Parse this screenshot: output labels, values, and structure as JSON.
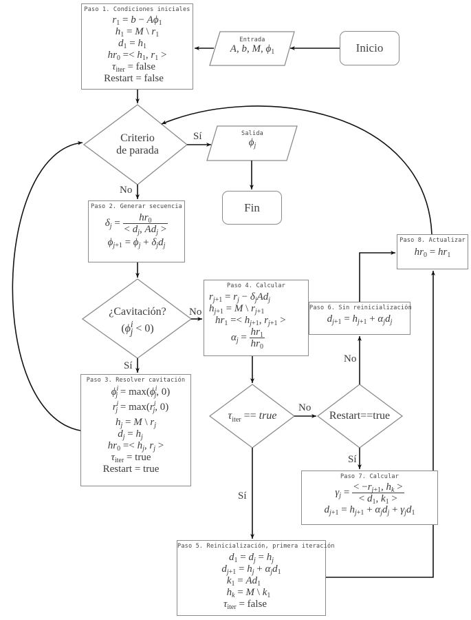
{
  "diagram": {
    "type": "flowchart",
    "language": "es"
  },
  "nodes": {
    "inicio": {
      "label": "Inicio"
    },
    "entrada": {
      "title": "Entrada",
      "content": "A, b, M, ϕ1"
    },
    "paso1": {
      "title": "Paso 1. Condiciones iniciales",
      "lines": [
        "r1 = b − Aϕ1",
        "h1 = M \\ r1",
        "d1 = h1",
        "hr0 =< h1, r1 >",
        "τiter = false",
        "Restart = false"
      ]
    },
    "criterio": {
      "line1": "Criterio",
      "line2": "de parada"
    },
    "salida": {
      "title": "Salida",
      "content": "ϕj"
    },
    "fin": {
      "label": "Fin"
    },
    "paso2": {
      "title": "Paso 2. Generar secuencia",
      "lines": [
        "δj = hr0 / < dj, Adj >",
        "ϕj+1 = ϕj + δj dj"
      ]
    },
    "cavitacion": {
      "line1": "¿Cavitación?",
      "line2": "(ϕij < 0)"
    },
    "paso3": {
      "title": "Paso 3. Resolver cavitación",
      "lines": [
        "ϕij = max(ϕij, 0)",
        "rij = max(rij, 0)",
        "hj = M \\ rj",
        "dj = hj",
        "hr0 =< hj, rj >",
        "τiter = true",
        "Restart = true"
      ]
    },
    "paso4": {
      "title": "Paso 4. Calcular",
      "lines": [
        "rj+1 = rj − δj Adj",
        "hj+1 = M \\ rj+1",
        "hr1 =< hj+1, rj+1 >",
        "αj = hr1 / hr0"
      ]
    },
    "titer_check": {
      "label": "τiter == true"
    },
    "restart_check": {
      "label": "Restart==true"
    },
    "paso5": {
      "title": "Paso 5. Reinicialización, primera iteración",
      "lines": [
        "d1 = dj = hj",
        "dj+1 = hj + αj d1",
        "k1 = Ad1",
        "hk = M \\ k1",
        "τiter = false"
      ]
    },
    "paso6": {
      "title": "Paso 6. Sin reinicialización",
      "lines": [
        "dj+1 = hj+1 + αj dj"
      ]
    },
    "paso7": {
      "title": "Paso 7. Calcular",
      "lines": [
        "γj = < −rj+1, hk > / < d1, k1 >",
        "dj+1 = hj+1 + αj dj + γj d1"
      ]
    },
    "paso8": {
      "title": "Paso 8. Actualizar",
      "lines": [
        "hr0 = hr1"
      ]
    }
  },
  "edge_labels": {
    "criterio_si": "Sí",
    "criterio_no": "No",
    "cavitacion_no": "No",
    "cavitacion_si": "Sí",
    "titer_no": "No",
    "titer_si": "Sí",
    "restart_no": "No",
    "restart_si": "Sí"
  },
  "edges": [
    {
      "from": "inicio",
      "to": "entrada"
    },
    {
      "from": "entrada",
      "to": "paso1"
    },
    {
      "from": "paso1",
      "to": "criterio"
    },
    {
      "from": "criterio",
      "to": "salida",
      "label": "Sí"
    },
    {
      "from": "salida",
      "to": "fin"
    },
    {
      "from": "criterio",
      "to": "paso2",
      "label": "No"
    },
    {
      "from": "paso2",
      "to": "cavitacion"
    },
    {
      "from": "cavitacion",
      "to": "paso4",
      "label": "No"
    },
    {
      "from": "cavitacion",
      "to": "paso3",
      "label": "Sí"
    },
    {
      "from": "paso3",
      "to": "criterio"
    },
    {
      "from": "paso4",
      "to": "titer_check"
    },
    {
      "from": "titer_check",
      "to": "restart_check",
      "label": "No"
    },
    {
      "from": "titer_check",
      "to": "paso5",
      "label": "Sí"
    },
    {
      "from": "restart_check",
      "to": "paso6",
      "label": "No"
    },
    {
      "from": "restart_check",
      "to": "paso7",
      "label": "Sí"
    },
    {
      "from": "paso6",
      "to": "paso8"
    },
    {
      "from": "paso7",
      "to": "paso8"
    },
    {
      "from": "paso5",
      "to": "paso8"
    },
    {
      "from": "paso8",
      "to": "criterio"
    }
  ],
  "colors": {
    "shape_stroke": "#8a8a8a",
    "arrow": "#111111",
    "text": "#3a3a3a"
  }
}
